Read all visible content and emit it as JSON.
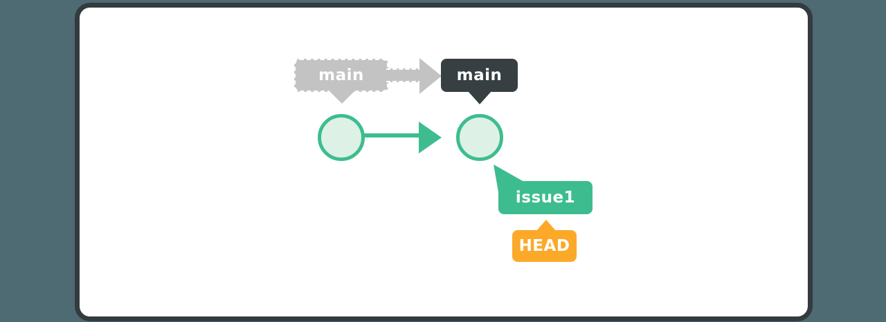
{
  "diagram": {
    "type": "git-branch-diagram",
    "ghost_branch_label": {
      "text": "main"
    },
    "branch_label": {
      "text": "main"
    },
    "issue_branch_label": {
      "text": "issue1"
    },
    "head_label": {
      "text": "HEAD"
    },
    "commits": [
      {
        "id": "commit-1"
      },
      {
        "id": "commit-2"
      }
    ],
    "colors": {
      "page_background": "#4e6a72",
      "card_background": "#ffffff",
      "card_border": "#333b3f",
      "ghost_gray": "#c3c3c3",
      "branch_dark": "#373f42",
      "git_green": "#3dbd8f",
      "commit_fill": "#def1e7",
      "head_orange": "#fca929",
      "label_text": "#ffffff"
    }
  }
}
